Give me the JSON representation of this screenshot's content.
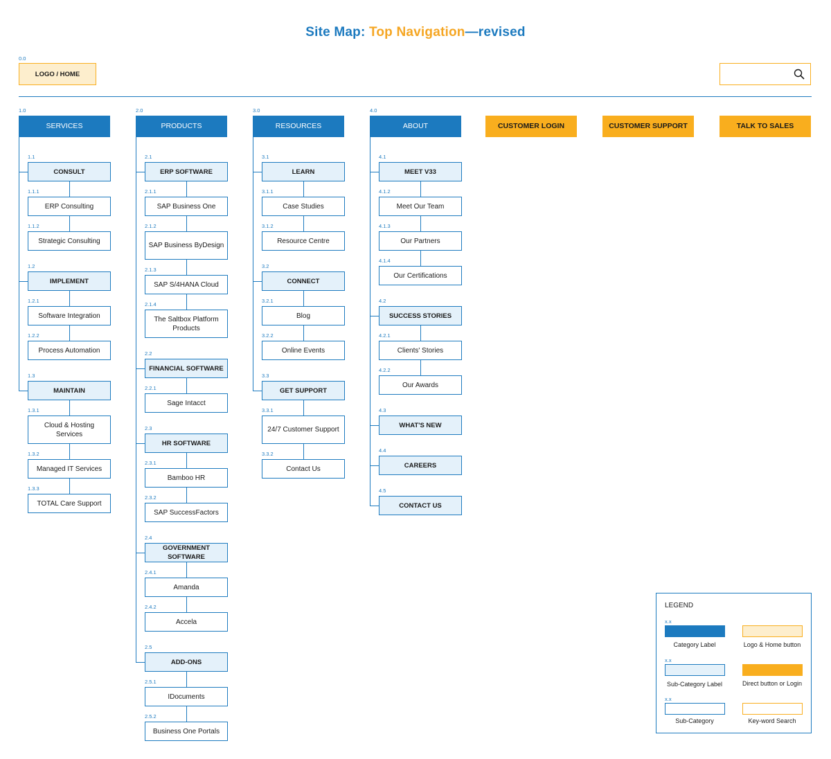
{
  "title": {
    "part1": "Site Map: ",
    "part2": "Top Navigation",
    "part3": "—revised"
  },
  "colors": {
    "blue": "#1c7abf",
    "orange": "#f9ae1e",
    "light_blue": "#e4f1fa",
    "light_orange": "#fdeecd"
  },
  "header": {
    "logo_number": "0.0",
    "logo_label": "LOGO / HOME",
    "search_icon": "search-icon"
  },
  "columns": [
    {
      "number": "1.0",
      "label": "SERVICES",
      "groups": [
        {
          "number": "1.1",
          "label": "CONSULT",
          "items": [
            {
              "number": "1.1.1",
              "label": "ERP Consulting"
            },
            {
              "number": "1.1.2",
              "label": "Strategic Consulting"
            }
          ]
        },
        {
          "number": "1.2",
          "label": "IMPLEMENT",
          "items": [
            {
              "number": "1.2.1",
              "label": "Software Integration"
            },
            {
              "number": "1.2.2",
              "label": "Process Automation"
            }
          ]
        },
        {
          "number": "1.3",
          "label": "MAINTAIN",
          "items": [
            {
              "number": "1.3.1",
              "label": "Cloud & Hosting Services"
            },
            {
              "number": "1.3.2",
              "label": "Managed IT Services"
            },
            {
              "number": "1.3.3",
              "label": "TOTAL Care Support"
            }
          ]
        }
      ]
    },
    {
      "number": "2.0",
      "label": "PRODUCTS",
      "groups": [
        {
          "number": "2.1",
          "label": "ERP SOFTWARE",
          "items": [
            {
              "number": "2.1.1",
              "label": "SAP Business One"
            },
            {
              "number": "2.1.2",
              "label": "SAP Business ByDesign"
            },
            {
              "number": "2.1.3",
              "label": "SAP S/4HANA Cloud"
            },
            {
              "number": "2.1.4",
              "label": "The Saltbox Platform Products"
            }
          ]
        },
        {
          "number": "2.2",
          "label": "FINANCIAL SOFTWARE",
          "items": [
            {
              "number": "2.2.1",
              "label": "Sage Intacct"
            }
          ]
        },
        {
          "number": "2.3",
          "label": "HR SOFTWARE",
          "items": [
            {
              "number": "2.3.1",
              "label": "Bamboo HR"
            },
            {
              "number": "2.3.2",
              "label": "SAP SuccessFactors"
            }
          ]
        },
        {
          "number": "2.4",
          "label": "GOVERNMENT SOFTWARE",
          "items": [
            {
              "number": "2.4.1",
              "label": "Amanda"
            },
            {
              "number": "2.4.2",
              "label": "Accela"
            }
          ]
        },
        {
          "number": "2.5",
          "label": "ADD-ONS",
          "items": [
            {
              "number": "2.5.1",
              "label": "IDocuments"
            },
            {
              "number": "2.5.2",
              "label": "Business One Portals"
            }
          ]
        }
      ]
    },
    {
      "number": "3.0",
      "label": "RESOURCES",
      "groups": [
        {
          "number": "3.1",
          "label": "LEARN",
          "items": [
            {
              "number": "3.1.1",
              "label": "Case Studies"
            },
            {
              "number": "3.1.2",
              "label": "Resource Centre"
            }
          ]
        },
        {
          "number": "3.2",
          "label": "CONNECT",
          "items": [
            {
              "number": "3.2.1",
              "label": "Blog"
            },
            {
              "number": "3.2.2",
              "label": "Online Events"
            }
          ]
        },
        {
          "number": "3.3",
          "label": "GET SUPPORT",
          "items": [
            {
              "number": "3.3.1",
              "label": "24/7 Customer Support"
            },
            {
              "number": "3.3.2",
              "label": "Contact Us"
            }
          ]
        }
      ]
    },
    {
      "number": "4.0",
      "label": "ABOUT",
      "groups": [
        {
          "number": "4.1",
          "label": "MEET V33",
          "items": [
            {
              "number": "4.1.2",
              "label": "Meet Our Team"
            },
            {
              "number": "4.1.3",
              "label": "Our Partners"
            },
            {
              "number": "4.1.4",
              "label": "Our Certifications"
            }
          ]
        },
        {
          "number": "4.2",
          "label": "SUCCESS STORIES",
          "items": [
            {
              "number": "4.2.1",
              "label": "Clients' Stories"
            },
            {
              "number": "4.2.2",
              "label": "Our Awards"
            }
          ]
        },
        {
          "number": "4.3",
          "label": "WHAT'S NEW",
          "items": []
        },
        {
          "number": "4.4",
          "label": "CAREERS",
          "items": []
        },
        {
          "number": "4.5",
          "label": "CONTACT US",
          "items": []
        }
      ]
    }
  ],
  "direct_buttons": [
    {
      "label": "CUSTOMER LOGIN"
    },
    {
      "label": "CUSTOMER SUPPORT"
    },
    {
      "label": "TALK TO SALES"
    }
  ],
  "legend": {
    "title": "LEGEND",
    "number_placeholder": "x.x",
    "entries": [
      {
        "label": "Category Label"
      },
      {
        "label": "Logo & Home button"
      },
      {
        "label": "Sub-Category Label"
      },
      {
        "label": "Direct button or Login"
      },
      {
        "label": "Sub-Category"
      },
      {
        "label": "Key-word Search"
      }
    ]
  }
}
